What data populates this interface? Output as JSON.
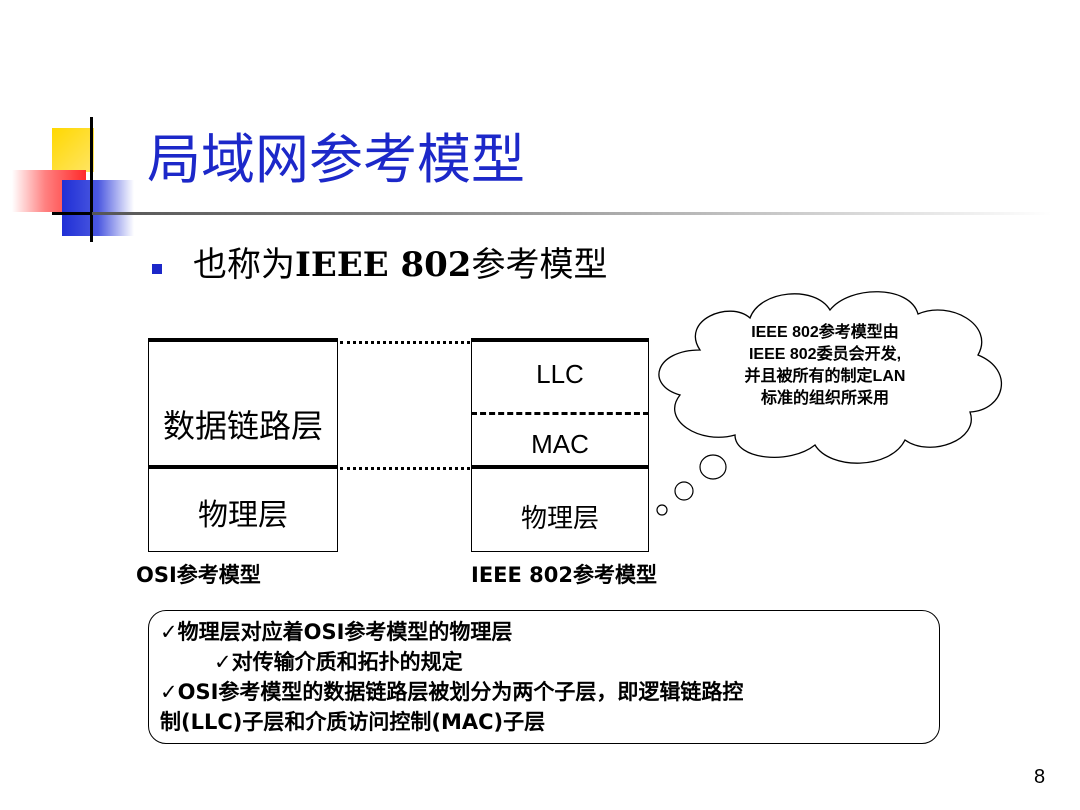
{
  "slide": {
    "title": "局域网参考模型",
    "bullet": {
      "prefix": "也称为",
      "emph": "IEEE 802",
      "suffix": "参考模型"
    },
    "page_number": "8"
  },
  "osi": {
    "data_link": "数据链路层",
    "physical": "物理层",
    "caption": "OSI参考模型"
  },
  "ieee": {
    "llc": "LLC",
    "mac": "MAC",
    "physical": "物理层",
    "caption": "IEEE 802参考模型"
  },
  "cloud": {
    "lines": [
      "IEEE 802参考模型由",
      "IEEE 802委员会开发,",
      "并且被所有的制定LAN",
      "标准的组织所采用"
    ]
  },
  "note": {
    "lines": [
      "✓物理层对应着OSI参考模型的物理层",
      "✓对传输介质和拓扑的规定",
      "✓OSI参考模型的数据链路层被划分为两个子层，即逻辑链路控",
      "制(LLC)子层和介质访问控制(MAC)子层"
    ]
  },
  "colors": {
    "title": "#1c28c9",
    "bullet": "#1c28c9",
    "logo_yellow": "#ffd800",
    "logo_red": "#ff2a2a",
    "logo_blue": "#1f2fd6"
  }
}
